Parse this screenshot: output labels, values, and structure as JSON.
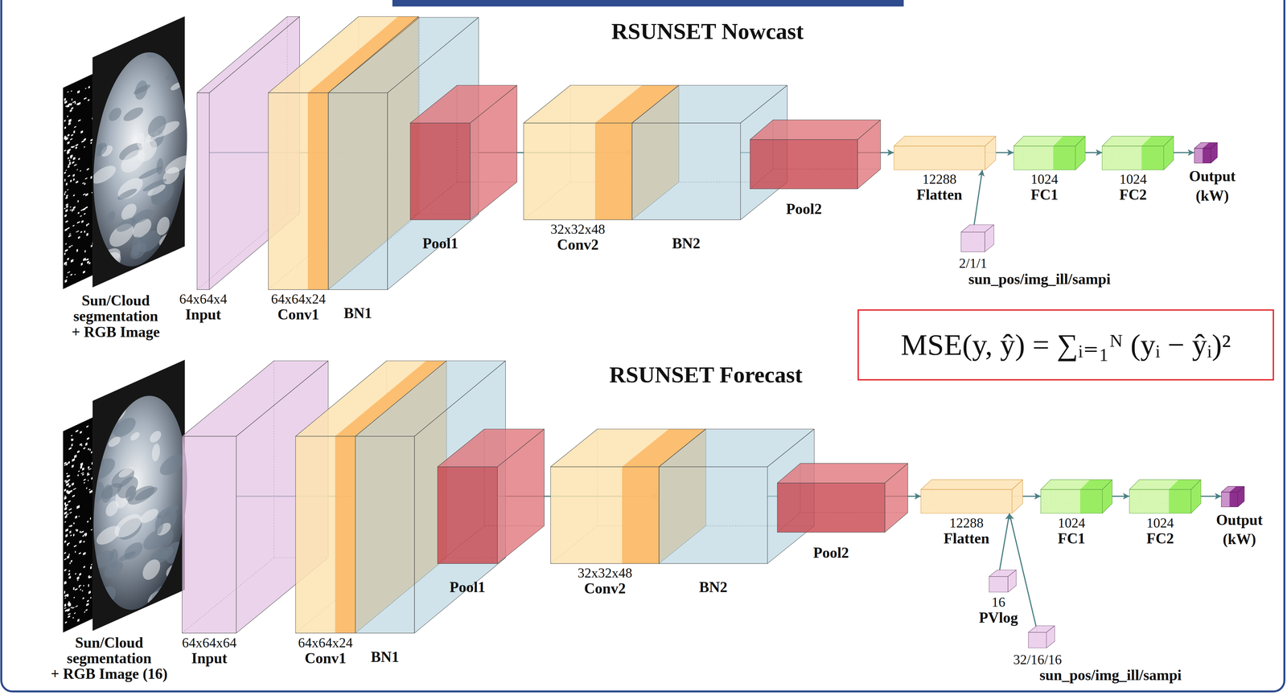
{
  "diagram": {
    "nodes": [
      {
        "text": [
          "Sun/Cloud segmentation",
          "+ RGB Image"
        ]
      },
      {
        "text": [
          "64x64x4",
          "Input"
        ]
      },
      {
        "text": [
          "64x64x24",
          "Conv1"
        ]
      },
      {
        "text": [
          "BN1"
        ]
      },
      {
        "text": [
          "Pool1"
        ]
      },
      {
        "text": [
          "32x32x48",
          "Conv2"
        ]
      },
      {
        "text": [
          "BN2"
        ]
      },
      {
        "text": [
          "Pool2"
        ]
      },
      {
        "text": [
          "12288",
          "Flatten"
        ]
      },
      {
        "text": [
          "1024",
          "FC1"
        ]
      },
      {
        "text": [
          "1024",
          "FC2"
        ]
      },
      {
        "text": [
          "Output (kW)"
        ]
      },
      {
        "text": [
          "2/1/1",
          "sun_pos/img_ill/sampi"
        ]
      },
      {
        "text": [
          "MSE(y, ŷ) = ∑ᵢ₌₁ᴺ (yᵢ − ŷᵢ)²"
        ]
      },
      {
        "text": [
          "Sun/Cloud segmentation",
          "+ RGB Image (16)"
        ]
      },
      {
        "text": [
          "64x64x64",
          "Input"
        ]
      },
      {
        "text": [
          "64x64x24",
          "Conv1"
        ]
      },
      {
        "text": [
          "BN1"
        ]
      },
      {
        "text": [
          "Pool1"
        ]
      },
      {
        "text": [
          "32x32x48",
          "Conv2"
        ]
      },
      {
        "text": [
          "BN2"
        ]
      },
      {
        "text": [
          "Pool2"
        ]
      },
      {
        "text": [
          "12288",
          "Flatten"
        ]
      },
      {
        "text": [
          "1024",
          "FC1"
        ]
      },
      {
        "text": [
          "1024",
          "FC2"
        ]
      },
      {
        "text": [
          "Output (kW)"
        ]
      },
      {
        "text": [
          "16",
          "PVlog"
        ]
      },
      {
        "text": [
          "32/16/16",
          "sun_pos/img_ill/sampi"
        ]
      }
    ],
    "edges": [
      {
        "from": 1,
        "to": 2,
        "arrow": "none"
      },
      {
        "from": 2,
        "to": 3,
        "arrow": "to"
      },
      {
        "from": 3,
        "to": 4,
        "arrow": "none"
      },
      {
        "from": 4,
        "to": 5,
        "arrow": "none"
      },
      {
        "from": 5,
        "to": 6,
        "arrow": "to"
      },
      {
        "from": 6,
        "to": 7,
        "arrow": "none"
      },
      {
        "from": 7,
        "to": 8,
        "arrow": "to"
      },
      {
        "from": 8,
        "to": 9,
        "arrow": "to"
      },
      {
        "from": 9,
        "to": 10,
        "arrow": "to"
      },
      {
        "from": 10,
        "to": 11,
        "arrow": "to"
      },
      {
        "from": 12,
        "to": 8,
        "arrow": "to"
      },
      {
        "from": 15,
        "to": 16,
        "arrow": "none"
      },
      {
        "from": 16,
        "to": 17,
        "arrow": "to"
      },
      {
        "from": 17,
        "to": 18,
        "arrow": "none"
      },
      {
        "from": 18,
        "to": 19,
        "arrow": "none"
      },
      {
        "from": 19,
        "to": 20,
        "arrow": "to"
      },
      {
        "from": 20,
        "to": 21,
        "arrow": "none"
      },
      {
        "from": 21,
        "to": 22,
        "arrow": "to"
      },
      {
        "from": 22,
        "to": 23,
        "arrow": "to"
      },
      {
        "from": 23,
        "to": 24,
        "arrow": "to"
      },
      {
        "from": 24,
        "to": 25,
        "arrow": "to"
      },
      {
        "from": 26,
        "to": 22,
        "arrow": "to"
      },
      {
        "from": 27,
        "to": 22,
        "arrow": "to"
      }
    ],
    "labels": [
      "RSUNSET Nowcast",
      "RSUNSET Forecast"
    ]
  }
}
